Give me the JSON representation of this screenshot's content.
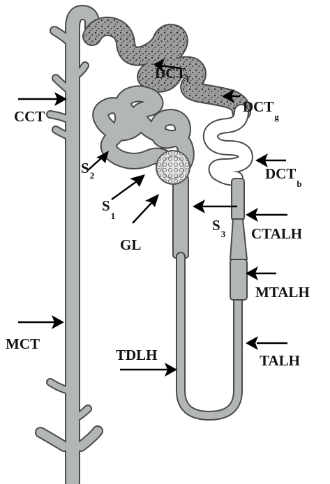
{
  "diagram": {
    "colors": {
      "tubule_fill": "#b3b6b6",
      "tubule_outline": "#4a4a4a",
      "dct_speckled": "#9c9e9e",
      "dct_speck": "#2f2f2f",
      "dct_b_fill": "#ffffff",
      "glomerulus": "#dcdcdc",
      "arrow": "#000000",
      "label": "#111111"
    },
    "labels": {
      "cct": "CCT",
      "mct": "MCT",
      "dct_l": "DCT",
      "dct_l_sub": "l",
      "dct_g": "DCT",
      "dct_g_sub": "g",
      "dct_b": "DCT",
      "dct_b_sub": "b",
      "s2": "S",
      "s2_sub": "2",
      "s1": "S",
      "s1_sub": "1",
      "s3": "S",
      "s3_sub": "3",
      "gl": "GL",
      "ctalh": "CTALH",
      "mtalh": "MTALH",
      "tdlh": "TDLH",
      "talh": "TALH"
    }
  }
}
